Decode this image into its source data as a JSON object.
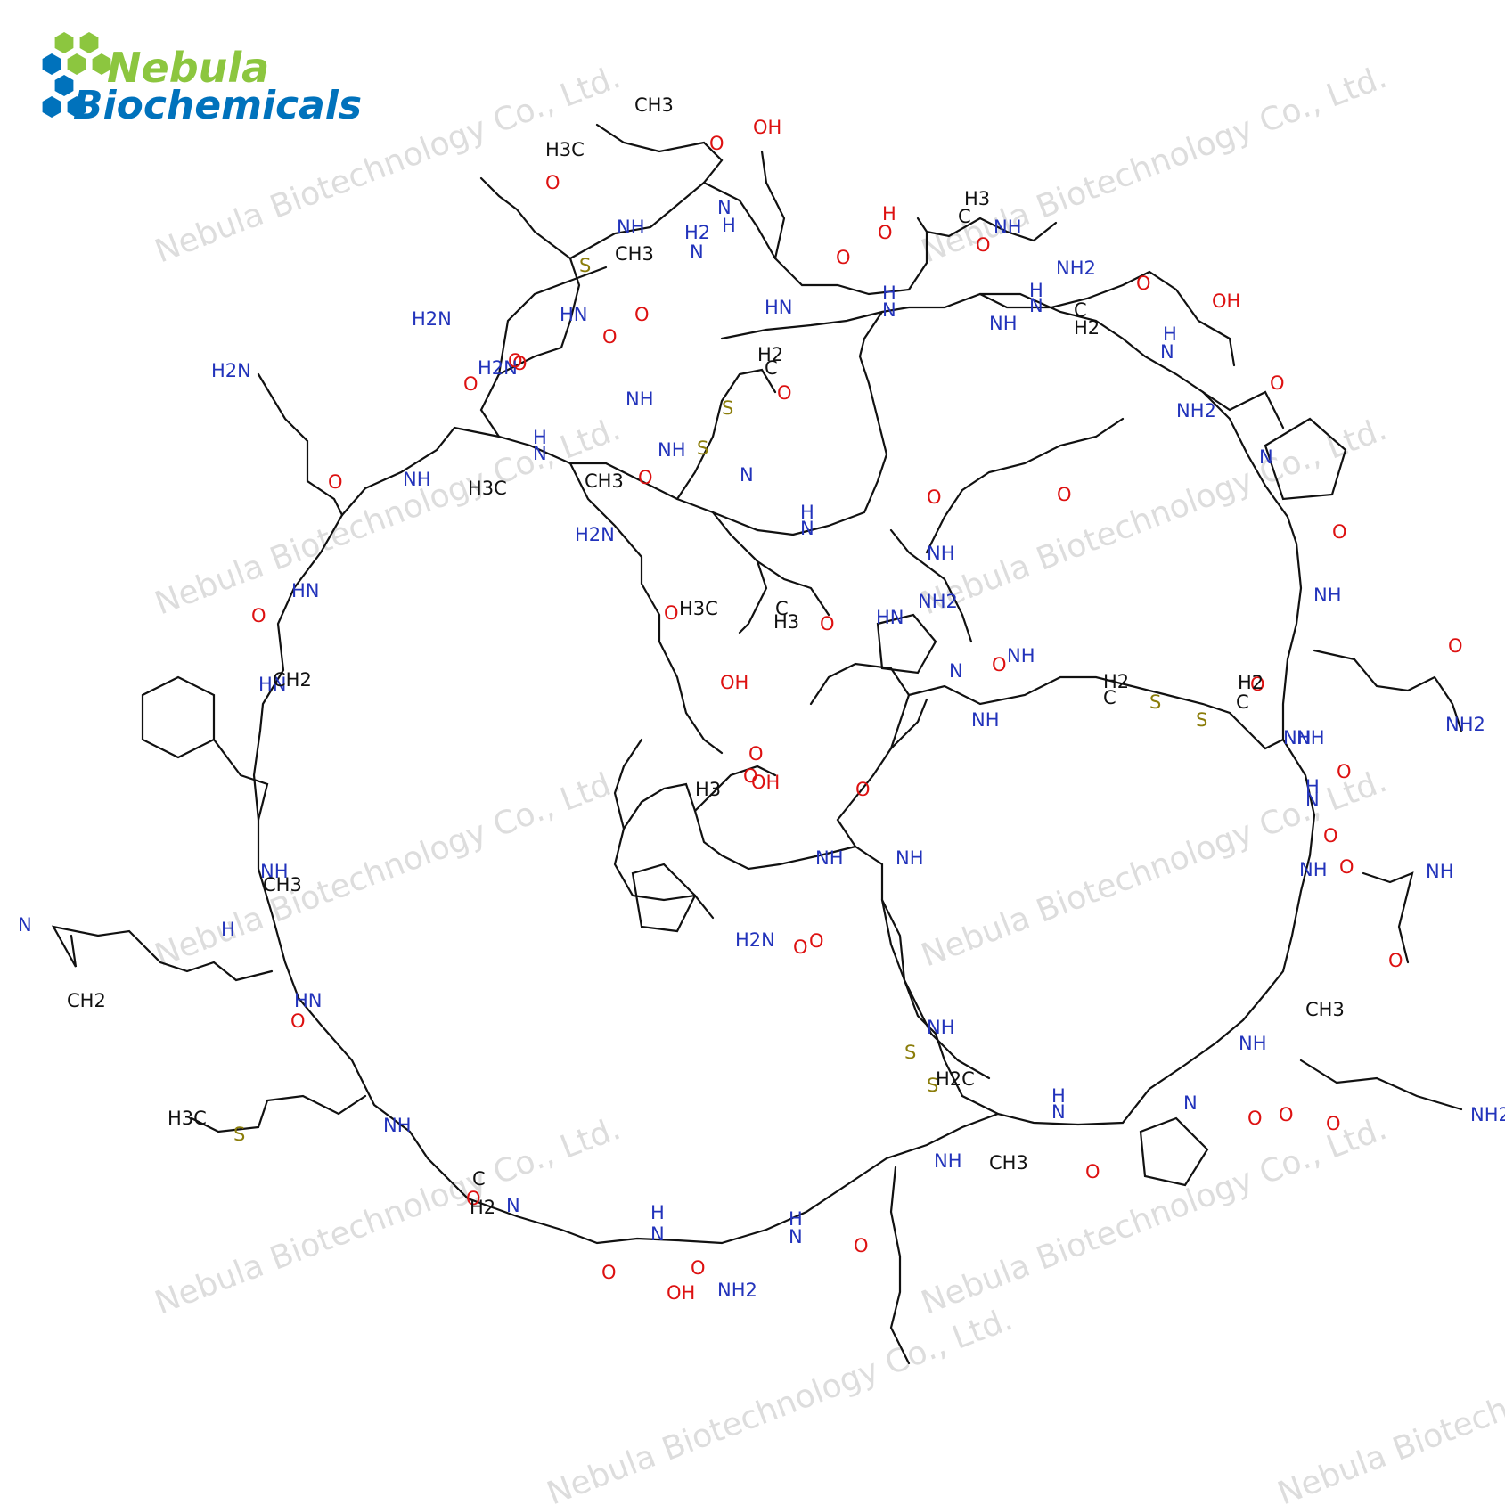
{
  "logo": {
    "line1": "Nebula",
    "line2": "Biochemicals",
    "green": "#8cc63f",
    "blue": "#0072bc",
    "hex_icon": "hexagon-cluster-icon"
  },
  "watermark": {
    "text": "Nebula Biotechnology Co., Ltd.",
    "color": "#b4b4b4"
  },
  "atom_colors": {
    "N": "#2233bb",
    "O": "#dd1111",
    "S": "#8b7d0a",
    "C": "#111111"
  },
  "labels": [
    {
      "t": "CH3",
      "c": "C"
    },
    {
      "t": "H3C",
      "c": "C"
    },
    {
      "t": "O",
      "c": "O"
    },
    {
      "t": "OH",
      "c": "O"
    },
    {
      "t": "NH",
      "c": "N"
    },
    {
      "t": "H",
      "c": "N"
    },
    {
      "t": "N",
      "c": "N"
    },
    {
      "t": "O",
      "c": "O"
    },
    {
      "t": "S",
      "c": "S"
    },
    {
      "t": "CH3",
      "c": "C"
    },
    {
      "t": "H2",
      "c": "N"
    },
    {
      "t": "N",
      "c": "N"
    },
    {
      "t": "O",
      "c": "O"
    },
    {
      "t": "H2N",
      "c": "N"
    },
    {
      "t": "HN",
      "c": "N"
    },
    {
      "t": "O",
      "c": "O"
    },
    {
      "t": "H",
      "c": "O"
    },
    {
      "t": "O",
      "c": "O"
    },
    {
      "t": "H3",
      "c": "C"
    },
    {
      "t": "C",
      "c": "C"
    },
    {
      "t": "NH",
      "c": "N"
    },
    {
      "t": "NH2",
      "c": "N"
    },
    {
      "t": "O",
      "c": "O"
    },
    {
      "t": "HN",
      "c": "N"
    },
    {
      "t": "H",
      "c": "N"
    },
    {
      "t": "N",
      "c": "N"
    },
    {
      "t": "NH",
      "c": "N"
    },
    {
      "t": "N",
      "c": "N"
    },
    {
      "t": "H",
      "c": "N"
    },
    {
      "t": "C",
      "c": "C"
    },
    {
      "t": "H2",
      "c": "C"
    },
    {
      "t": "O",
      "c": "O"
    },
    {
      "t": "H",
      "c": "N"
    },
    {
      "t": "N",
      "c": "N"
    },
    {
      "t": "OH",
      "c": "O"
    },
    {
      "t": "O",
      "c": "O"
    },
    {
      "t": "H2N",
      "c": "N"
    },
    {
      "t": "O",
      "c": "O"
    },
    {
      "t": "O",
      "c": "O"
    },
    {
      "t": "H2N",
      "c": "N"
    },
    {
      "t": "O",
      "c": "O"
    },
    {
      "t": "O",
      "c": "O"
    },
    {
      "t": "NH",
      "c": "N"
    },
    {
      "t": "H2",
      "c": "C"
    },
    {
      "t": "C",
      "c": "C"
    },
    {
      "t": "O",
      "c": "O"
    },
    {
      "t": "S",
      "c": "S"
    },
    {
      "t": "H",
      "c": "N"
    },
    {
      "t": "N",
      "c": "N"
    },
    {
      "t": "NH",
      "c": "N"
    },
    {
      "t": "O",
      "c": "O"
    },
    {
      "t": "S",
      "c": "S"
    },
    {
      "t": "N",
      "c": "N"
    },
    {
      "t": "NH2",
      "c": "N"
    },
    {
      "t": "O",
      "c": "O"
    },
    {
      "t": "H3C",
      "c": "C"
    },
    {
      "t": "CH3",
      "c": "C"
    },
    {
      "t": "O",
      "c": "O"
    },
    {
      "t": "O",
      "c": "O"
    },
    {
      "t": "NH",
      "c": "N"
    },
    {
      "t": "H",
      "c": "N"
    },
    {
      "t": "N",
      "c": "N"
    },
    {
      "t": "N",
      "c": "N"
    },
    {
      "t": "O",
      "c": "O"
    },
    {
      "t": "NH",
      "c": "N"
    },
    {
      "t": "O",
      "c": "O"
    },
    {
      "t": "NH",
      "c": "N"
    },
    {
      "t": "HN",
      "c": "N"
    },
    {
      "t": "H2N",
      "c": "N"
    },
    {
      "t": "O",
      "c": "O"
    },
    {
      "t": "NH2",
      "c": "N"
    },
    {
      "t": "O",
      "c": "O"
    },
    {
      "t": "H3C",
      "c": "C"
    },
    {
      "t": "O",
      "c": "O"
    },
    {
      "t": "C",
      "c": "C"
    },
    {
      "t": "H3",
      "c": "C"
    },
    {
      "t": "HN",
      "c": "N"
    },
    {
      "t": "N",
      "c": "N"
    },
    {
      "t": "NH",
      "c": "N"
    },
    {
      "t": "O",
      "c": "O"
    },
    {
      "t": "O",
      "c": "O"
    },
    {
      "t": "NH",
      "c": "N"
    },
    {
      "t": "HN",
      "c": "N"
    },
    {
      "t": "CH2",
      "c": "C"
    },
    {
      "t": "OH",
      "c": "O"
    },
    {
      "t": "O",
      "c": "O"
    },
    {
      "t": "NH",
      "c": "N"
    },
    {
      "t": "H2",
      "c": "C"
    },
    {
      "t": "C",
      "c": "C"
    },
    {
      "t": "S",
      "c": "S"
    },
    {
      "t": "S",
      "c": "S"
    },
    {
      "t": "H2",
      "c": "C"
    },
    {
      "t": "C",
      "c": "C"
    },
    {
      "t": "NH",
      "c": "N"
    },
    {
      "t": "NH2",
      "c": "N"
    },
    {
      "t": "O",
      "c": "O"
    },
    {
      "t": "H",
      "c": "N"
    },
    {
      "t": "N",
      "c": "N"
    },
    {
      "t": "NH",
      "c": "N"
    },
    {
      "t": "O",
      "c": "O"
    },
    {
      "t": "O",
      "c": "O"
    },
    {
      "t": "NH",
      "c": "N"
    },
    {
      "t": "H3",
      "c": "C"
    },
    {
      "t": "OH",
      "c": "O"
    },
    {
      "t": "O",
      "c": "O"
    },
    {
      "t": "NH",
      "c": "N"
    },
    {
      "t": "NH",
      "c": "N"
    },
    {
      "t": "O",
      "c": "O"
    },
    {
      "t": "NH",
      "c": "N"
    },
    {
      "t": "CH3",
      "c": "C"
    },
    {
      "t": "N",
      "c": "N"
    },
    {
      "t": "H",
      "c": "N"
    },
    {
      "t": "H2N",
      "c": "N"
    },
    {
      "t": "O",
      "c": "O"
    },
    {
      "t": "O",
      "c": "O"
    },
    {
      "t": "O",
      "c": "O"
    },
    {
      "t": "CH2",
      "c": "C"
    },
    {
      "t": "CH3",
      "c": "C"
    },
    {
      "t": "HN",
      "c": "N"
    },
    {
      "t": "O",
      "c": "O"
    },
    {
      "t": "NH",
      "c": "N"
    },
    {
      "t": "S",
      "c": "S"
    },
    {
      "t": "S",
      "c": "S"
    },
    {
      "t": "H3C",
      "c": "C"
    },
    {
      "t": "S",
      "c": "S"
    },
    {
      "t": "NH",
      "c": "N"
    },
    {
      "t": "H2C",
      "c": "C"
    },
    {
      "t": "H",
      "c": "N"
    },
    {
      "t": "N",
      "c": "N"
    },
    {
      "t": "N",
      "c": "N"
    },
    {
      "t": "NH",
      "c": "N"
    },
    {
      "t": "O",
      "c": "O"
    },
    {
      "t": "O",
      "c": "O"
    },
    {
      "t": "O",
      "c": "O"
    },
    {
      "t": "NH2",
      "c": "N"
    },
    {
      "t": "NH",
      "c": "N"
    },
    {
      "t": "C",
      "c": "C"
    },
    {
      "t": "O",
      "c": "O"
    },
    {
      "t": "H2",
      "c": "C"
    },
    {
      "t": "N",
      "c": "N"
    },
    {
      "t": "H",
      "c": "N"
    },
    {
      "t": "N",
      "c": "N"
    },
    {
      "t": "H",
      "c": "N"
    },
    {
      "t": "N",
      "c": "N"
    },
    {
      "t": "O",
      "c": "O"
    },
    {
      "t": "O",
      "c": "O"
    },
    {
      "t": "CH3",
      "c": "C"
    },
    {
      "t": "O",
      "c": "O"
    },
    {
      "t": "O",
      "c": "O"
    },
    {
      "t": "OH",
      "c": "O"
    },
    {
      "t": "NH2",
      "c": "N"
    }
  ]
}
